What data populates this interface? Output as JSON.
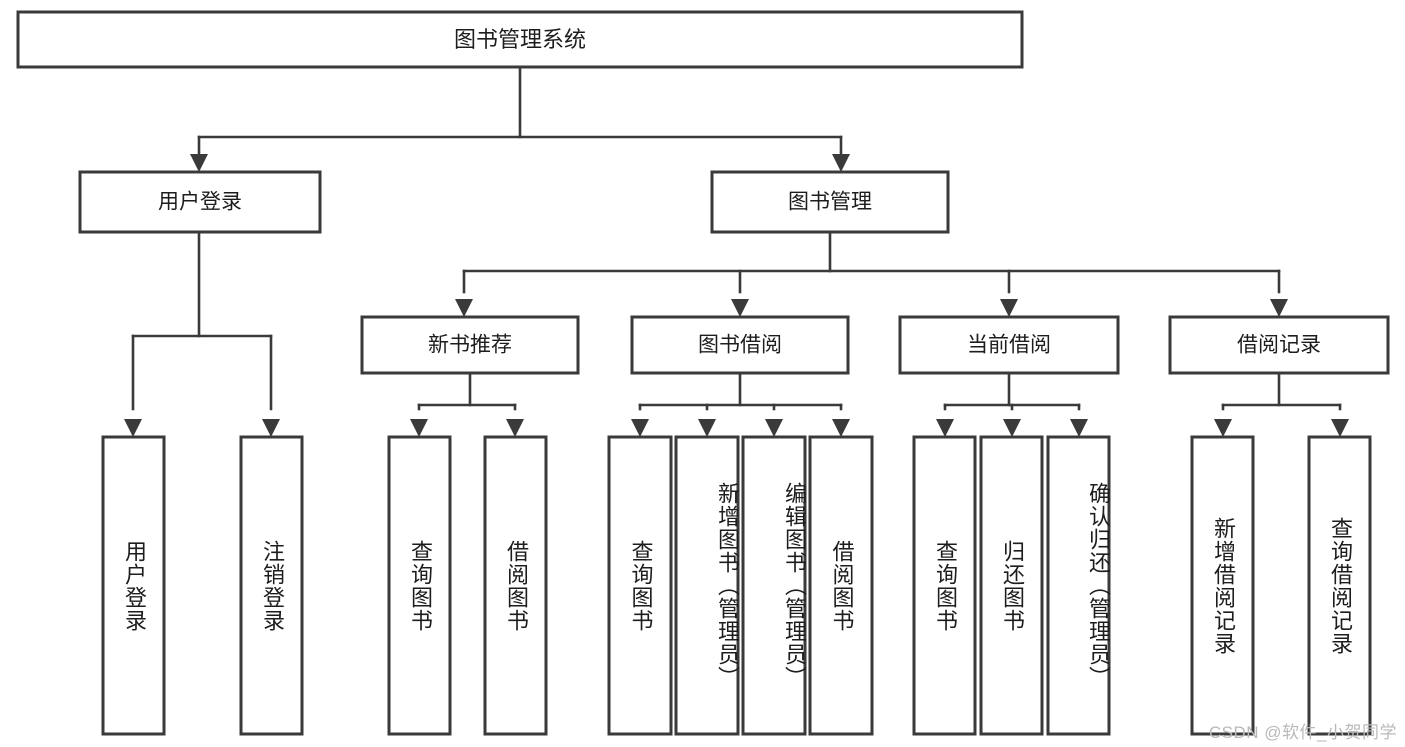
{
  "diagram": {
    "type": "tree-hierarchy-flowchart",
    "title": "图书管理系统",
    "watermark": "CSDN @软件_小贺同学",
    "colors": {
      "stroke": "#3a3a3a",
      "fill": "#ffffff",
      "text": "#1d1d1d",
      "watermark": "#b9b9b9",
      "background": "#ffffff"
    },
    "root": {
      "label": "图书管理系统",
      "orientation": "horizontal"
    },
    "level2": [
      {
        "label": "用户登录",
        "orientation": "horizontal"
      },
      {
        "label": "图书管理",
        "orientation": "horizontal"
      }
    ],
    "level3": [
      {
        "label": "新书推荐",
        "orientation": "horizontal"
      },
      {
        "label": "图书借阅",
        "orientation": "horizontal"
      },
      {
        "label": "当前借阅",
        "orientation": "horizontal"
      },
      {
        "label": "借阅记录",
        "orientation": "horizontal"
      }
    ],
    "leaves": {
      "user_login": [
        {
          "label": "用户登录",
          "orientation": "vertical"
        },
        {
          "label": "注销登录",
          "orientation": "vertical"
        }
      ],
      "new_book_recommend": [
        {
          "label": "查询图书",
          "orientation": "vertical"
        },
        {
          "label": "借阅图书",
          "orientation": "vertical"
        }
      ],
      "book_borrow": [
        {
          "label": "查询图书",
          "orientation": "vertical"
        },
        {
          "label": "新增图书（管理员）",
          "orientation": "vertical"
        },
        {
          "label": "编辑图书（管理员）",
          "orientation": "vertical"
        },
        {
          "label": "借阅图书",
          "orientation": "vertical"
        }
      ],
      "current_borrow": [
        {
          "label": "查询图书",
          "orientation": "vertical"
        },
        {
          "label": "归还图书",
          "orientation": "vertical"
        },
        {
          "label": "确认归还（管理员）",
          "orientation": "vertical"
        }
      ],
      "borrow_record": [
        {
          "label": "新增借阅记录",
          "orientation": "vertical"
        },
        {
          "label": "查询借阅记录",
          "orientation": "vertical"
        }
      ]
    }
  }
}
